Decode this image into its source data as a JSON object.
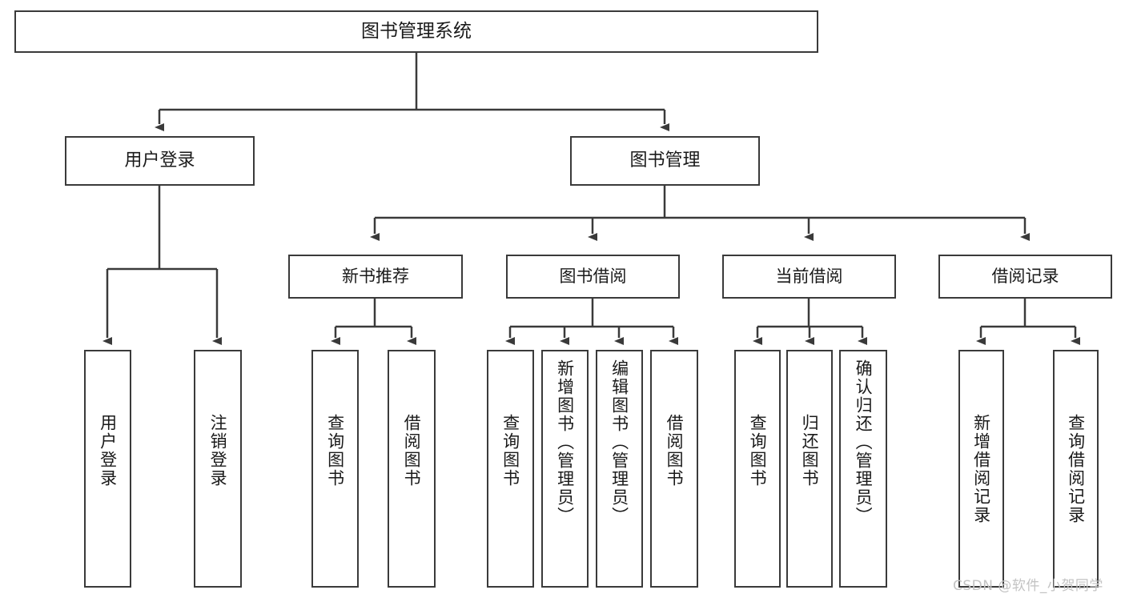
{
  "diagram": {
    "title": "图书管理系统",
    "type": "tree-hierarchy-diagram",
    "root": {
      "label": "图书管理系统"
    },
    "level2": [
      {
        "label": "用户登录"
      },
      {
        "label": "图书管理"
      }
    ],
    "level3": [
      {
        "label": "新书推荐"
      },
      {
        "label": "图书借阅"
      },
      {
        "label": "当前借阅"
      },
      {
        "label": "借阅记录"
      }
    ],
    "leaves": {
      "user_login": [
        {
          "label": "用户登录"
        },
        {
          "label": "注销登录"
        }
      ],
      "new_book_recommend": [
        {
          "label": "查询图书"
        },
        {
          "label": "借阅图书"
        }
      ],
      "book_borrow": [
        {
          "label": "查询图书"
        },
        {
          "label": "新增图书（管理员）"
        },
        {
          "label": "编辑图书（管理员）"
        },
        {
          "label": "借阅图书"
        }
      ],
      "current_borrow": [
        {
          "label": "查询图书"
        },
        {
          "label": "归还图书"
        },
        {
          "label": "确认归还（管理员）"
        }
      ],
      "borrow_record": [
        {
          "label": "新增借阅记录"
        },
        {
          "label": "查询借阅记录"
        }
      ]
    }
  },
  "watermark": {
    "text": "CSDN @软件_小贺同学"
  },
  "colors": {
    "stroke": "#3a3a3a",
    "background": "#ffffff",
    "text": "#1a1a1a",
    "watermark": "#c3c3c3"
  }
}
